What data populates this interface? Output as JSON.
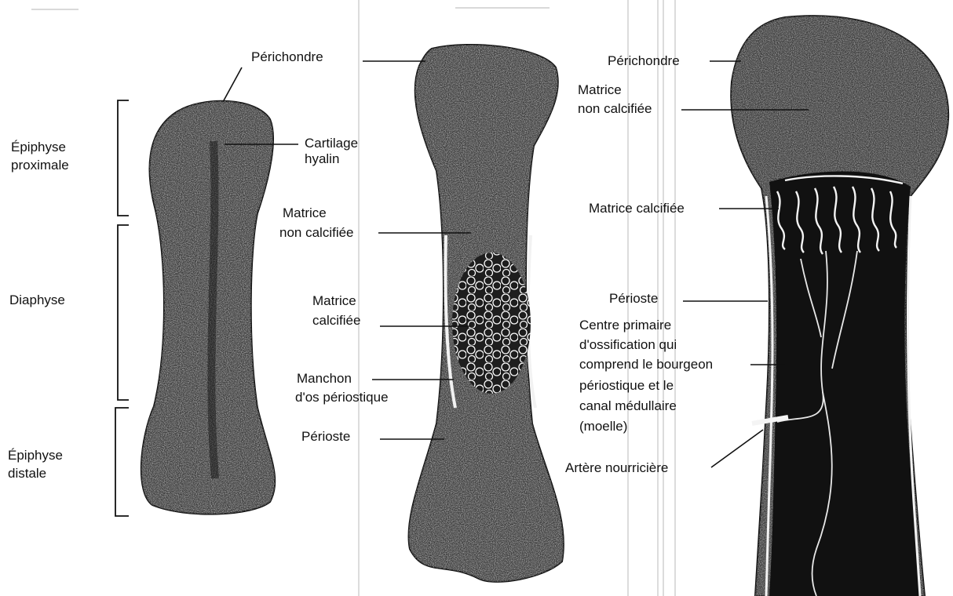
{
  "left_bone": {
    "perichondre": "Périchondre",
    "cartilage": [
      "Cartilage",
      "hyalin"
    ],
    "epiphyse_proximale": [
      "Épiphyse",
      "proximale"
    ],
    "diaphyse": "Diaphyse",
    "epiphyse_distale": [
      "Épiphyse",
      "distale"
    ]
  },
  "middle_bone": {
    "matrice_non_calcifiee": [
      "Matrice",
      "non calcifiée"
    ],
    "matrice_calcifiee": [
      "Matrice",
      "calcifiée"
    ],
    "manchon": [
      "Manchon",
      "d'os périostique"
    ],
    "perioste": "Périoste"
  },
  "right_bone": {
    "perichondre": "Périchondre",
    "matrice_non_calcifiee": [
      "Matrice",
      "non calcifiée"
    ],
    "matrice_calcifiee": "Matrice calcifiée",
    "perioste": "Périoste",
    "centre_primaire": [
      "Centre primaire",
      "d'ossification qui",
      "comprend le bourgeon",
      "périostique et le",
      "canal médullaire",
      "(moelle)"
    ],
    "artere": "Artère nourricière"
  },
  "colors": {
    "ink": "#111111",
    "shade": "#3a3a3a",
    "dark_fill": "#111111",
    "paper": "#ffffff"
  }
}
